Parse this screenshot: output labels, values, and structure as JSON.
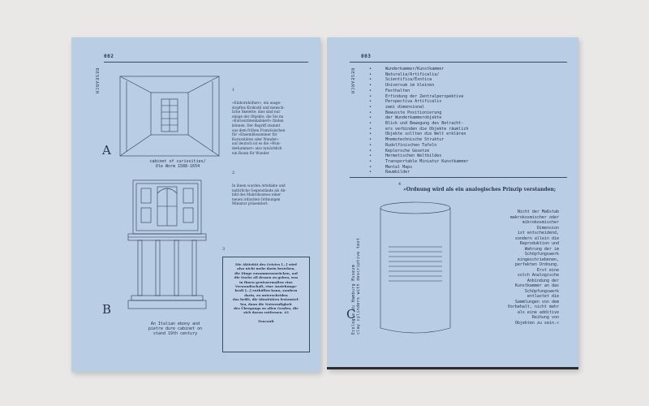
{
  "left_page": {
    "page_number": "002",
    "side_label": "RESEARCH",
    "letters": [
      "A",
      "B"
    ],
    "notes": [
      {
        "num": "1",
        "lines": [
          "»Einhornhöfner«, ein ausge-",
          "stopftes Krokodil und mensch-",
          "liche Skelette: dies sind nur",
          "einige der Objekte, die Sie im",
          "»Kuriositätenkabinett« finden",
          "können. Der Begriff stammt",
          "aus dem frühen Französischen",
          "für »Ensemblesammer für",
          "Kuriositäten oder Wunder»",
          "auf deutsch ist es die »Wun-",
          "derkammer« also tatsächlich",
          "ein Raum für Wunder"
        ]
      },
      {
        "num": "2",
        "lines": [
          "In ihnen wurden Artefakte und",
          "natürliche Gegenstände als Ab-",
          "bild des Makrokosmos einer",
          "neuen irdischen Ordnungen",
          "Miniatur präsentiert."
        ]
      }
    ],
    "quote_num": "3",
    "quote_lines": [
      "Die Aktivität des Geistes [...] wird",
      "also nicht mehr darin bestehen,",
      "die Dinge zusammenzurücken, auf",
      "die Suche all dessen zu gehen, was",
      "in ihnen gewissermaßen eine",
      "Verwandtschaft, eine Anziehungs-",
      "kraft [...] enthüllen kann, sondern",
      "darin, zu unterscheiden",
      "das heißt, die Identitäten festzustel-",
      "len, dann die Notwendigkeit",
      "des Übergangs zu allen Graden, die",
      "sich davon entfernen. 43"
    ],
    "quote_author": "Foucault",
    "caption_a": [
      "cabinet of curiosities/",
      "Ole Worm 1588-1654"
    ],
    "caption_b": [
      "An Italian ebony and",
      "pietre dure cabinet on",
      "stand 19th century"
    ]
  },
  "right_page": {
    "page_number": "003",
    "side_label": "RESEARCH",
    "bullet_glyph": "•",
    "items": [
      "Wunderkammer/Kunstkammer",
      "Naturalia/Artificalia/",
      "Scientifica/Exotica",
      "Universum im kleinen",
      "Festhalten",
      "Erfindung der Zentralperspektive",
      "Perspectiva Artificalis",
      "zwei dimensional",
      "Bewusste Positionierung",
      "der Wunderkammerobjekte",
      "Blick und Bewegung des Betracht-",
      "ers verbinden die Objekte räumlich",
      "Objekte sollten die Welt erklären",
      "Mnemotechnische Struktur",
      "Rudolfinischen Tafeln",
      "Keplersche Gesetze",
      "Hermetischen Weltbildes",
      "Transportable Miniatur Kunstkammer",
      "Mental Maps",
      "Raumbilder"
    ],
    "note_num": "4",
    "headline": "»Ordnung wird als ein analogisches Prinzip verstanden;",
    "letter": "C",
    "vertical_caption": [
      "Ecologie du Hamburg Museum",
      "clay cylinders with descriptive text"
    ],
    "body_lines": [
      "Nicht der Maßstab",
      "makrokosmischer oder",
      "mikrokosmischer",
      "Dimension",
      "ist entscheidend,",
      "sondern allein die",
      "Reproduktion und",
      "Wahrung der im",
      "Schöpfungswerk",
      "eingeschriebenen,",
      "perfekten Ordnung.",
      "Erst eine",
      "solch Analogische",
      "Anbindung der",
      "Kunstkammer an das",
      "Schöpfungswerk",
      "entlastet die",
      "Sammlungen von dem",
      "Vorbehalt, nicht mehr",
      "als eine additive",
      "Reihung von",
      "Objekten zu sein.«"
    ]
  }
}
